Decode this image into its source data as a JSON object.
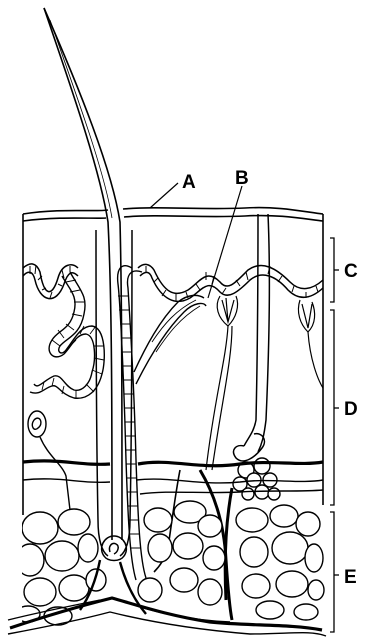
{
  "diagram": {
    "labels": {
      "a": "A",
      "b": "B",
      "c": "C",
      "d": "D",
      "e": "E"
    },
    "colors": {
      "ink": "#000000",
      "paper": "#ffffff"
    }
  }
}
